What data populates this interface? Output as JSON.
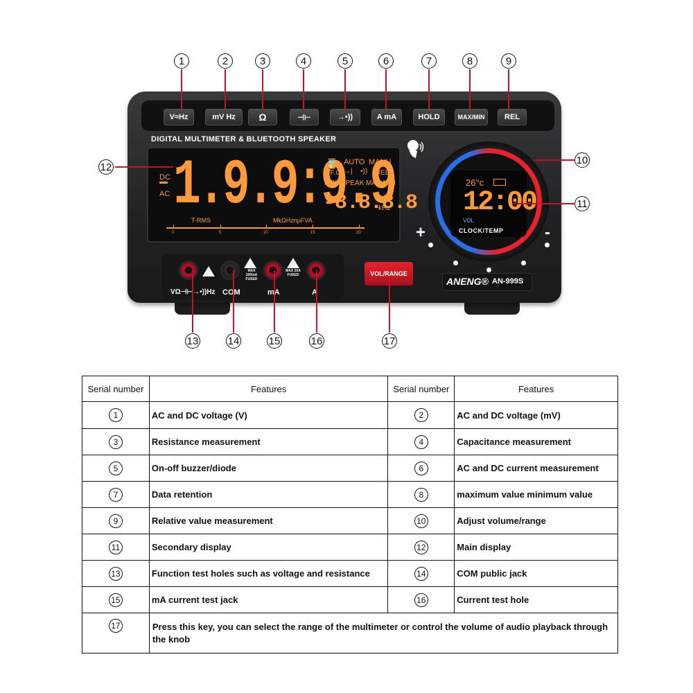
{
  "device": {
    "callouts": [
      "1",
      "2",
      "3",
      "4",
      "5",
      "6",
      "7",
      "8",
      "9",
      "10",
      "11",
      "12",
      "13",
      "14",
      "15",
      "16",
      "17"
    ],
    "keys": [
      "V≈Hz",
      "mV Hz",
      "Ω",
      "⊣⊢",
      "→•))",
      "A mA",
      "HOLD",
      "MAX/MIN",
      "REL"
    ],
    "header_text": "DIGITAL MULTIMETER & BLUETOOTH SPEAKER",
    "main_display": {
      "digits": "1.9.9:9.9",
      "dc": "DC",
      "ac": "AC",
      "trms": "T-RMS",
      "auto": "AUTO",
      "manu": "MANU",
      "vfc": "V.F.C",
      "rel": "REL",
      "mode_line": "HOLD PEAK MAX  MIN",
      "sub_digits": "-8.8.8.8",
      "percent": "%",
      "khz": "kHz",
      "units": "MkΩHznμFVA",
      "scale": [
        "0",
        "5",
        "10",
        "15",
        "20"
      ]
    },
    "secondary_display": {
      "temp": "26°c",
      "time": "12:00",
      "vol": "VOL",
      "label": "CLOCK/TEMP"
    },
    "plus": "+",
    "minus": "-",
    "jacks": [
      "VΩ⊣⊢→•))Hz",
      "COM",
      "mA",
      "A"
    ],
    "fuse_ma": "MAX 200mA FUSED",
    "fuse_a": "MAX 20A FUSED",
    "vol_button": "VOL/RANGE",
    "brand": "ANENG®",
    "model": "AN-999S"
  },
  "table": {
    "headers": [
      "Serial number",
      "Features",
      "Serial number",
      "Features"
    ],
    "rows": [
      {
        "n1": "1",
        "f1": "AC and DC voltage (V)",
        "n2": "2",
        "f2": "AC and DC voltage (mV)"
      },
      {
        "n1": "3",
        "f1": "Resistance measurement",
        "n2": "4",
        "f2": "Capacitance measurement"
      },
      {
        "n1": "5",
        "f1": "On-off buzzer/diode",
        "n2": "6",
        "f2": "AC and DC current measurement"
      },
      {
        "n1": "7",
        "f1": "Data retention",
        "n2": "8",
        "f2": "maximum value minimum value"
      },
      {
        "n1": "9",
        "f1": "Relative value measurement",
        "n2": "10",
        "f2": "Adjust volume/range"
      },
      {
        "n1": "11",
        "f1": "Secondary display",
        "n2": "12",
        "f2": "Main display"
      },
      {
        "n1": "13",
        "f1": "Function test holes such as voltage and resistance",
        "n2": "14",
        "f2": "COM public jack"
      },
      {
        "n1": "15",
        "f1": "mA current test jack",
        "n2": "16",
        "f2": "Current test hole"
      }
    ],
    "last_row": {
      "n": "17",
      "f": "Press this key, you can select the range of the multimeter or control the volume of audio playback through the knob"
    }
  }
}
